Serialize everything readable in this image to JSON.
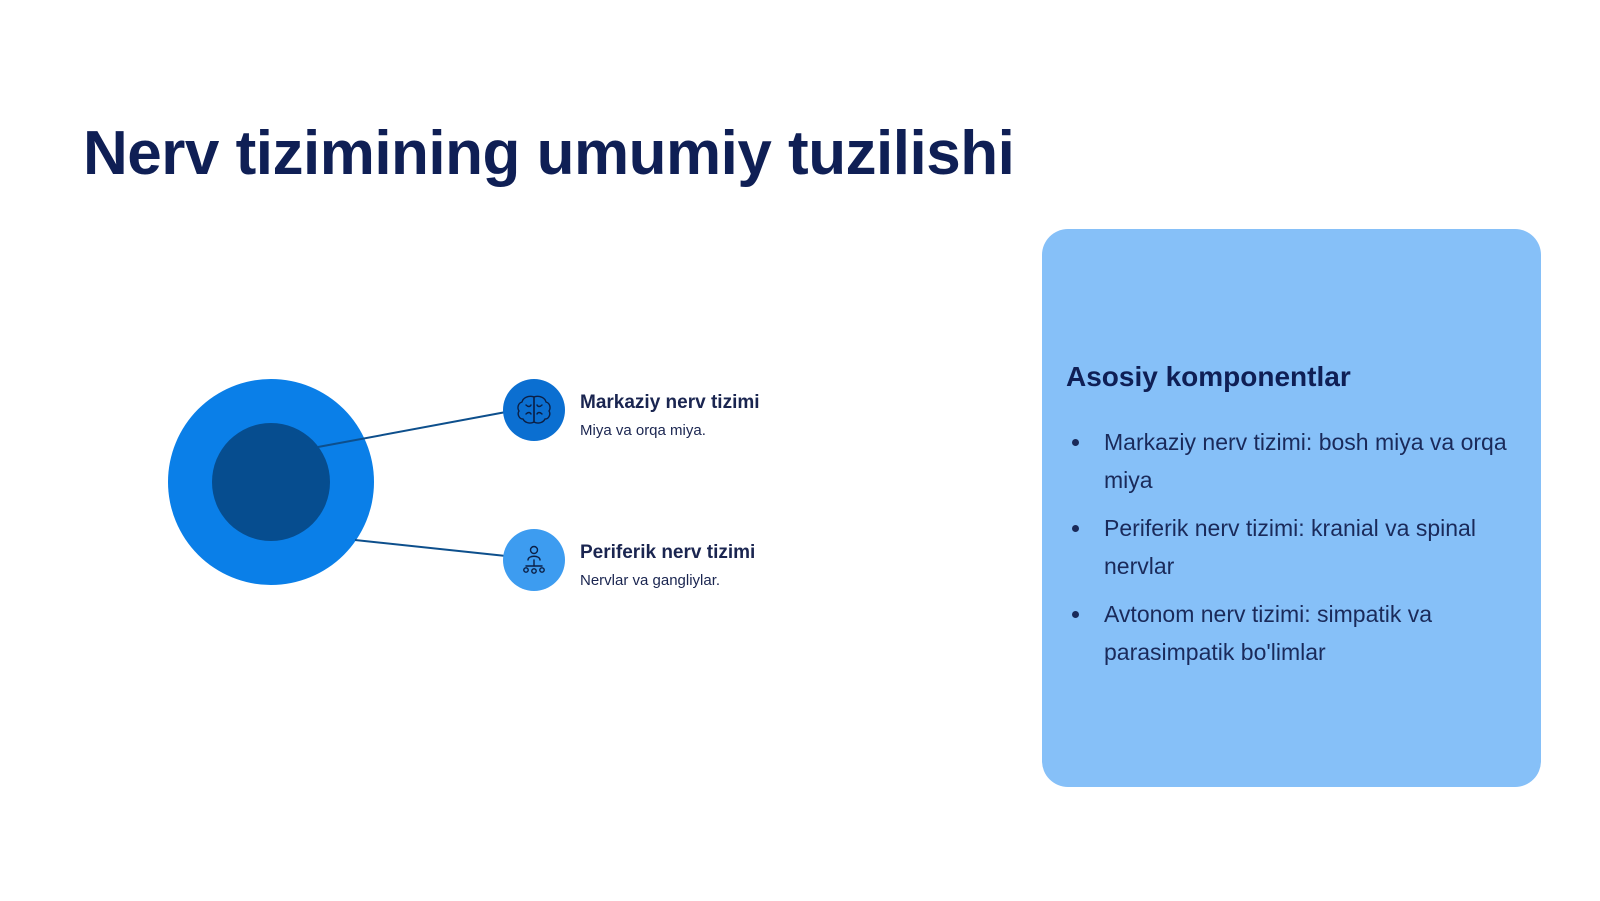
{
  "title": "Nerv tizimining umumiy tuzilishi",
  "colors": {
    "title": "#0f1f55",
    "outer_circle": "#0a7fe8",
    "inner_circle": "#064d8f",
    "node_dark": "#0b6fd1",
    "node_light": "#3d9cf0",
    "card_background": "#86c0f8"
  },
  "diagram": {
    "nodes": [
      {
        "title": "Markaziy nerv tizimi",
        "description": "Miya va orqa miya.",
        "icon": "brain-icon"
      },
      {
        "title": "Periferik nerv tizimi",
        "description": "Nervlar va gangliylar.",
        "icon": "network-person-icon"
      }
    ]
  },
  "card": {
    "title": "Asosiy komponentlar",
    "items": [
      "Markaziy nerv tizimi: bosh miya va orqa miya",
      "Periferik nerv tizimi: kranial va spinal nervlar",
      "Avtonom nerv tizimi: simpatik va parasimpatik bo'limlar"
    ]
  }
}
